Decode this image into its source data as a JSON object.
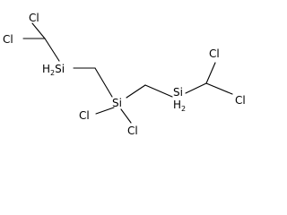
{
  "structure": {
    "atoms": [
      {
        "id": "cl1",
        "label": "Cl"
      },
      {
        "id": "cl2",
        "label": "Cl"
      },
      {
        "id": "si1",
        "label": "Si",
        "h": "H",
        "h_count": "2"
      },
      {
        "id": "si2",
        "label": "Si"
      },
      {
        "id": "cl3",
        "label": "Cl"
      },
      {
        "id": "cl4",
        "label": "Cl"
      },
      {
        "id": "si3",
        "label": "Si",
        "h": "H",
        "h_count": "2"
      },
      {
        "id": "cl5",
        "label": "Cl"
      },
      {
        "id": "cl6",
        "label": "Cl"
      }
    ]
  }
}
